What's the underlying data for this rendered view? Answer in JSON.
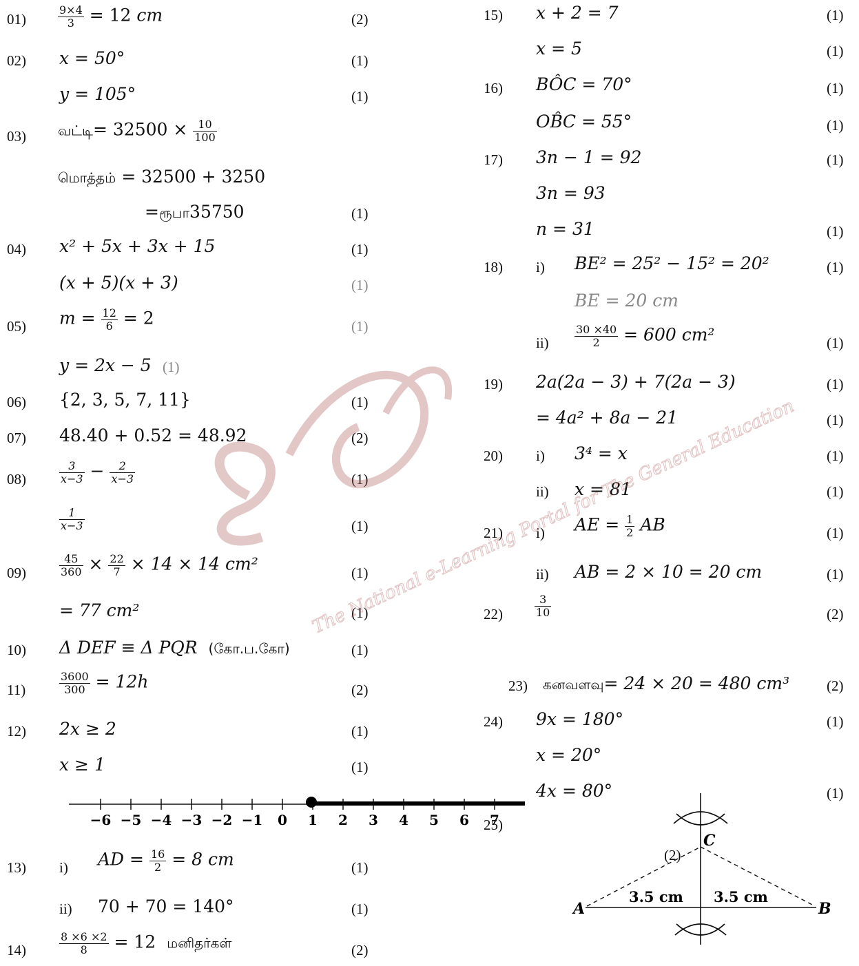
{
  "left": {
    "q01": {
      "num": "01)",
      "frac_top": "9×4",
      "frac_bot": "3",
      "expr": " = 12 ",
      "unit": "cm",
      "mark": "(2)"
    },
    "q02": {
      "num": "02)",
      "l1": "x = 50°",
      "m1": "(1)",
      "l2": "y = 105°",
      "m2": "(1)"
    },
    "q03": {
      "num": "03)",
      "w1": "வட்டி",
      "e1": "= 32500 × ",
      "f_top": "10",
      "f_bot": "100",
      "w2": "மொத்தம்",
      "e2": " = 32500 + 3250",
      "e3a": "=",
      "w3": "ரூபா",
      "e3b": "35750",
      "m": "(1)"
    },
    "q04": {
      "num": "04)",
      "l1": "x² + 5x + 3x + 15",
      "m1": "(1)",
      "l2": "(x + 5)(x + 3)",
      "m2": "(1)"
    },
    "q05": {
      "num": "05)",
      "l1a": "m = ",
      "f_top": "12",
      "f_bot": "6",
      "l1b": " = 2",
      "m1": "(1)",
      "l2": "y = 2x − 5",
      "m2": "(1)"
    },
    "q06": {
      "num": "06)",
      "l1": "{2,  3,  5,  7,  11}",
      "m": "(1)"
    },
    "q07": {
      "num": "07)",
      "l1": "48.40 + 0.52 = 48.92",
      "m": "(2)"
    },
    "q08": {
      "num": "08)",
      "f1_top": "3",
      "f1_bot": "x−3",
      "op": " − ",
      "f2_top": "2",
      "f2_bot": "x−3",
      "m1": "(1)",
      "f3_top": "1",
      "f3_bot": "x−3",
      "m2": "(1)"
    },
    "q09": {
      "num": "09)",
      "f1_top": "45",
      "f1_bot": "360",
      "op": " × ",
      "f2_top": "22",
      "f2_bot": "7",
      "l1": " × 14 × 14 cm²",
      "m1": "(1)",
      "l2": "= 77 cm²",
      "m2": "(1)"
    },
    "q10": {
      "num": "10)",
      "l1": "Δ DEF ≡ Δ PQR",
      "w": "(கோ.ப.கோ)",
      "m": "(1)"
    },
    "q11": {
      "num": "11)",
      "f_top": "3600",
      "f_bot": "300",
      "l1": " = 12h",
      "m": "(2)"
    },
    "q12": {
      "num": "12)",
      "l1": "2x ≥ 2",
      "m1": "(1)",
      "l2": "x ≥ 1",
      "m2": "(1)"
    },
    "number_line": {
      "labels": [
        "−6",
        "−5",
        "−4",
        "−3",
        "−2",
        "−1",
        "0",
        "1",
        "2",
        "3",
        "4",
        "5",
        "6",
        "7"
      ],
      "start_value": 1
    },
    "q13": {
      "num": "13)",
      "i": "i)",
      "l1a": "AD = ",
      "f_top": "16",
      "f_bot": "2",
      "l1b": " = 8 cm",
      "m1": "(1)",
      "ii": "ii)",
      "l2": "70 + 70 = 140°",
      "m2": "(1)"
    },
    "q14": {
      "num": "14)",
      "f_top": "8 ×6 ×2",
      "f_bot": "8",
      "l1": " = 12",
      "w": "மனிதர்கள்",
      "m": "(2)"
    }
  },
  "right": {
    "q15": {
      "num": "15)",
      "l1": "x + 2 = 7",
      "m1": "(1)",
      "l2": "x = 5",
      "m2": "(1)"
    },
    "q16": {
      "num": "16)",
      "l1": "BÔC = 70°",
      "m1": "(1)",
      "l2": "OB̂C = 55°",
      "m2": "(1)"
    },
    "q17": {
      "num": "17)",
      "l1": "3n − 1 = 92",
      "m1": "(1)",
      "l2": "3n = 93",
      "l3": "n = 31",
      "m3": "(1)"
    },
    "q18": {
      "num": "18)",
      "i": "i)",
      "l1": "BE² = 25² − 15² = 20²",
      "m1": "(1)",
      "l2": "BE = 20 cm",
      "ii": "ii)",
      "f_top": "30 ×40",
      "f_bot": "2",
      "l3": " = 600 cm²",
      "m3": "(1)"
    },
    "q19": {
      "num": "19)",
      "l1": "2a(2a − 3) + 7(2a − 3)",
      "m1": "(1)",
      "l2": "= 4a² + 8a − 21",
      "m2": "(1)"
    },
    "q20": {
      "num": "20)",
      "i": "i)",
      "l1": "3⁴ = x",
      "m1": "(1)",
      "ii": "ii)",
      "l2": "x = 81",
      "m2": "(1)"
    },
    "q21": {
      "num": "21)",
      "i": "i)",
      "l1a": "AE = ",
      "f_top": "1",
      "f_bot": "2",
      "l1b": " AB",
      "m1": "(1)",
      "ii": "ii)",
      "l2": "AB = 2 × 10 = 20 cm",
      "m2": "(1)"
    },
    "q22": {
      "num": "22)",
      "f_top": "3",
      "f_bot": "10",
      "m": "(2)"
    },
    "q23": {
      "num": "23)",
      "w": "கனவளவு",
      "l1": "= 24  × 20 = 480 cm³",
      "m": "(2)"
    },
    "q24": {
      "num": "24)",
      "l1": "9x = 180°",
      "m1": "(1)",
      "l2": "x = 20°",
      "l3": "4x = 80°",
      "m3": "(1)"
    },
    "q25": {
      "num": "25)",
      "mark": "(2)",
      "label_a": "A",
      "label_b": "B",
      "label_c": "C",
      "len_left": "3.5 cm",
      "len_right": "3.5 cm"
    }
  },
  "watermark": {
    "text": "The National e-Learning Portal for The General Education"
  }
}
